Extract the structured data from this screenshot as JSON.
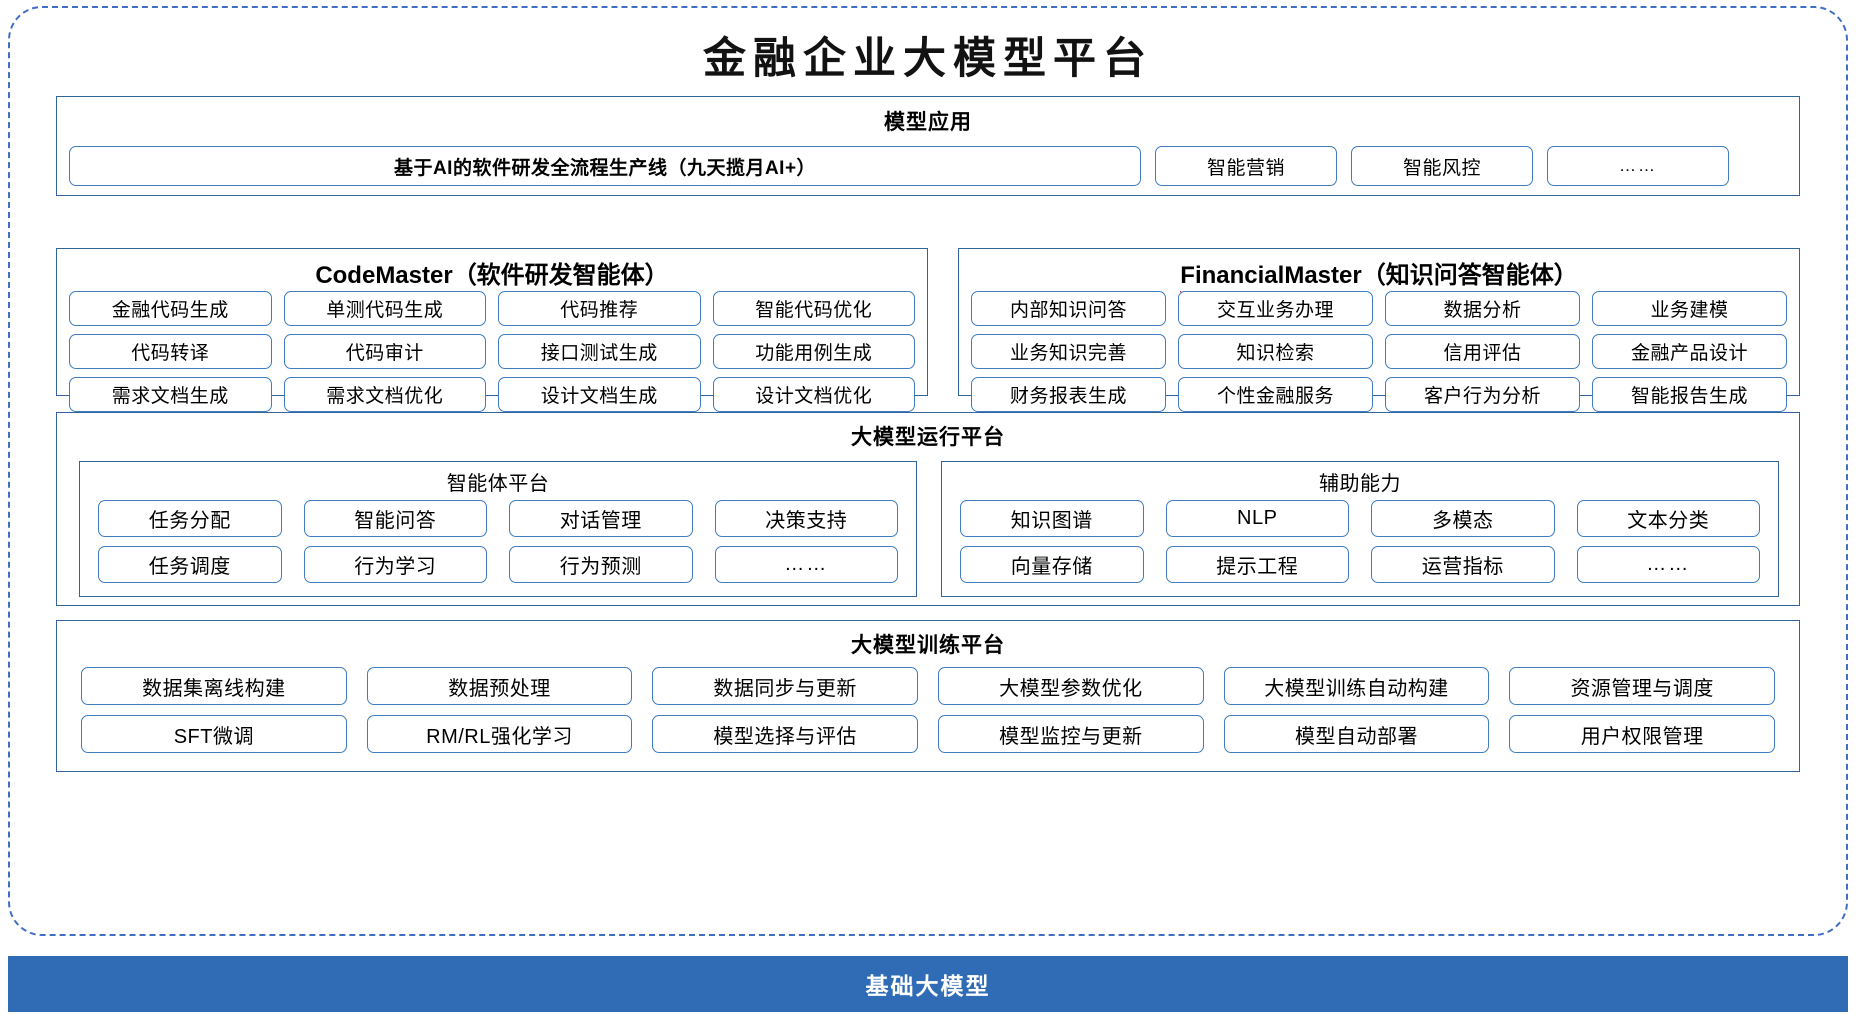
{
  "title": "金融企业大模型平台",
  "model_application": {
    "title": "模型应用",
    "items": [
      "基于AI的软件研发全流程生产线（九天揽月AI+）",
      "智能营销",
      "智能风控",
      "……"
    ]
  },
  "agents": [
    {
      "name_en": "CodeMaster",
      "name_cn": "（软件研发智能体）",
      "rows": [
        [
          "金融代码生成",
          "单测代码生成",
          "代码推荐",
          "智能代码优化"
        ],
        [
          "代码转译",
          "代码审计",
          "接口测试生成",
          "功能用例生成"
        ],
        [
          "需求文档生成",
          "需求文档优化",
          "设计文档生成",
          "设计文档优化"
        ]
      ]
    },
    {
      "name_en": "FinancialMaster",
      "name_cn": "（知识问答智能体）",
      "rows": [
        [
          "内部知识问答",
          "交互业务办理",
          "数据分析",
          "业务建模"
        ],
        [
          "业务知识完善",
          "知识检索",
          "信用评估",
          "金融产品设计"
        ],
        [
          "财务报表生成",
          "个性金融服务",
          "客户行为分析",
          "智能报告生成"
        ]
      ]
    }
  ],
  "runtime_platform": {
    "title": "大模型运行平台",
    "sub_panels": [
      {
        "title": "智能体平台",
        "rows": [
          [
            "任务分配",
            "智能问答",
            "对话管理",
            "决策支持"
          ],
          [
            "任务调度",
            "行为学习",
            "行为预测",
            "……"
          ]
        ]
      },
      {
        "title": "辅助能力",
        "rows": [
          [
            "知识图谱",
            "NLP",
            "多模态",
            "文本分类"
          ],
          [
            "向量存储",
            "提示工程",
            "运营指标",
            "……"
          ]
        ]
      }
    ]
  },
  "training_platform": {
    "title": "大模型训练平台",
    "rows": [
      [
        "数据集离线构建",
        "数据预处理",
        "数据同步与更新",
        "大模型参数优化",
        "大模型训练自动构建",
        "资源管理与调度"
      ],
      [
        "SFT微调",
        "RM/RL强化学习",
        "模型选择与评估",
        "模型监控与更新",
        "模型自动部署",
        "用户权限管理"
      ]
    ]
  },
  "foundation": {
    "label": "基础大模型"
  },
  "colors": {
    "frame_border": "#3f6fc4",
    "panel_border": "#31639c",
    "pill_border": "#3f7cc0",
    "foundation_bg": "#2f6cb5",
    "spellcheck_underline": "#e02020"
  }
}
